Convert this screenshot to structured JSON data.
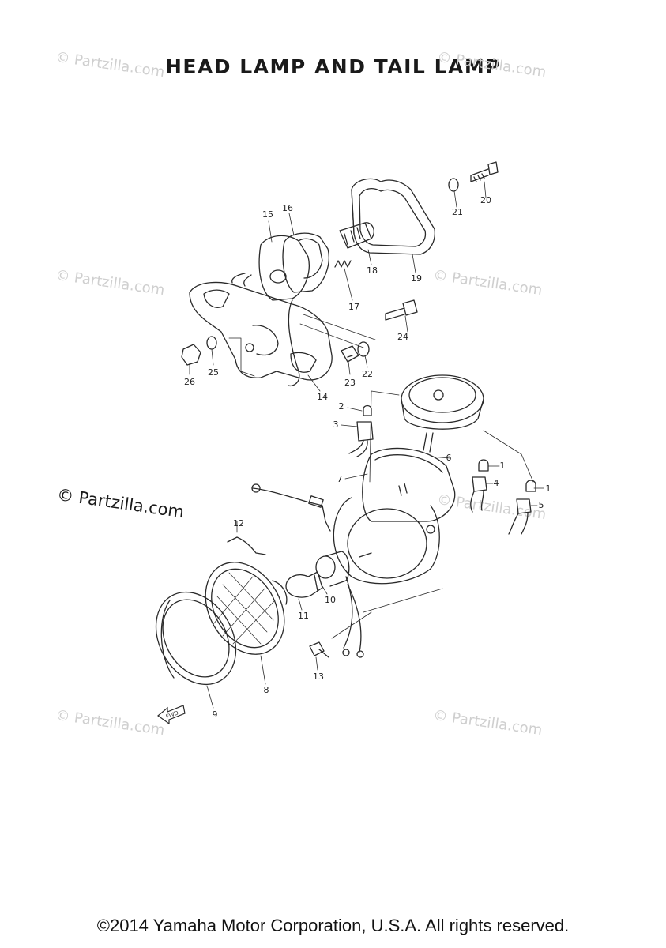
{
  "title": "HEAD LAMP AND TAIL LAMP",
  "watermark_text": "© Partzilla.com",
  "copyright": "©2014 Yamaha Motor Corporation, U.S.A. All rights reserved.",
  "fwd_badge": "FWD",
  "callouts": {
    "c1a": "1",
    "c1b": "1",
    "c2": "2",
    "c3": "3",
    "c4": "4",
    "c5": "5",
    "c6": "6",
    "c7": "7",
    "c8": "8",
    "c9": "9",
    "c10": "10",
    "c11": "11",
    "c12": "12",
    "c13": "13",
    "c14": "14",
    "c15": "15",
    "c16": "16",
    "c17": "17",
    "c18": "18",
    "c19": "19",
    "c20": "20",
    "c21": "21",
    "c22": "22",
    "c23": "23",
    "c24": "24",
    "c25": "25",
    "c26": "26"
  },
  "colors": {
    "line": "#2a2a2a",
    "watermark": "#cfcfcf"
  }
}
